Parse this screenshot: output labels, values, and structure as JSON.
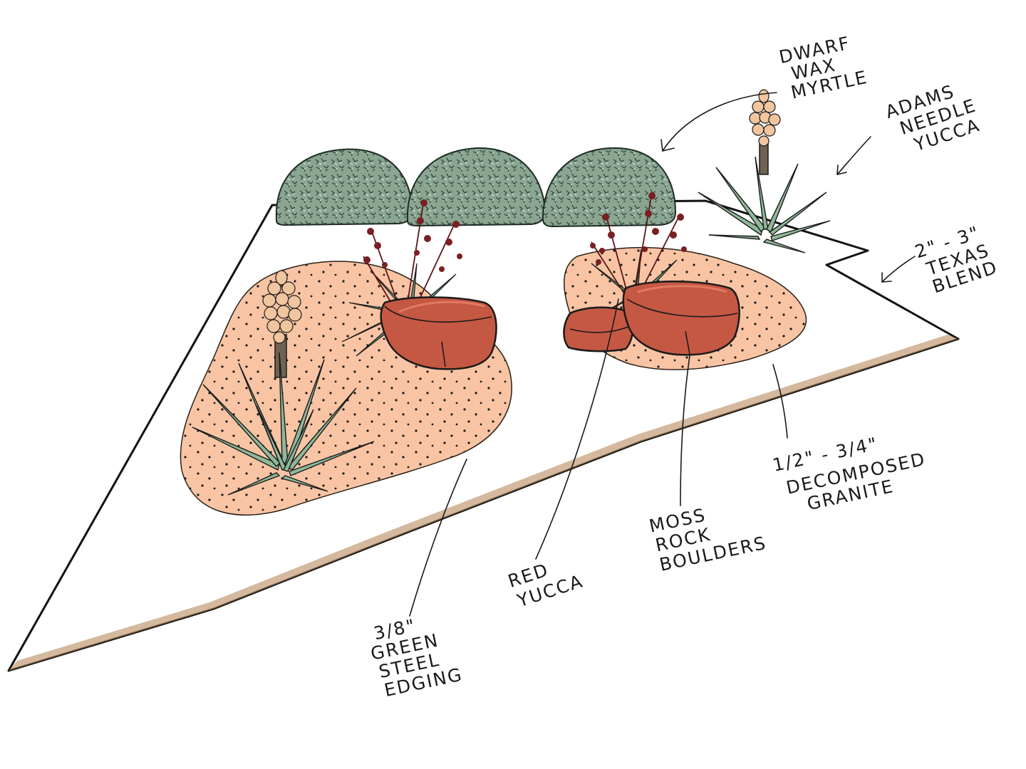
{
  "labels": {
    "dwarf_wax_myrtle": [
      "DWARF",
      "WAX",
      "MYRTLE"
    ],
    "adams_needle_yucca": [
      "ADAMS",
      "NEEDLE",
      "YUCCA"
    ],
    "texas_blend": [
      "2\" - 3\"",
      "TEXAS",
      "BLEND"
    ],
    "decomposed_granite": [
      "1/2\" - 3/4\"",
      "DECOMPOSED",
      "GRANITE"
    ],
    "moss_rock_boulders": [
      "MOSS",
      "ROCK",
      "BOULDERS"
    ],
    "red_yucca": [
      "RED",
      "YUCCA"
    ],
    "steel_edging": [
      "3/8\"",
      "GREEN",
      "STEEL",
      "EDGING"
    ]
  },
  "colors": {
    "cobble": "#d4a679",
    "cobble_dark": "#b98a5e",
    "granite": "#f8c4a4",
    "boulder": "#c95a44",
    "boulder_top": "#d46a52",
    "yucca_leaf": "#8fb898",
    "shrub": "#7f9a86",
    "red_yucca_flower": "#7a1f22",
    "bloom": "#f1c59e"
  },
  "icons": [
    "shrub-icon",
    "yucca-icon",
    "boulder-icon",
    "red-yucca-icon",
    "bloom-icon"
  ]
}
